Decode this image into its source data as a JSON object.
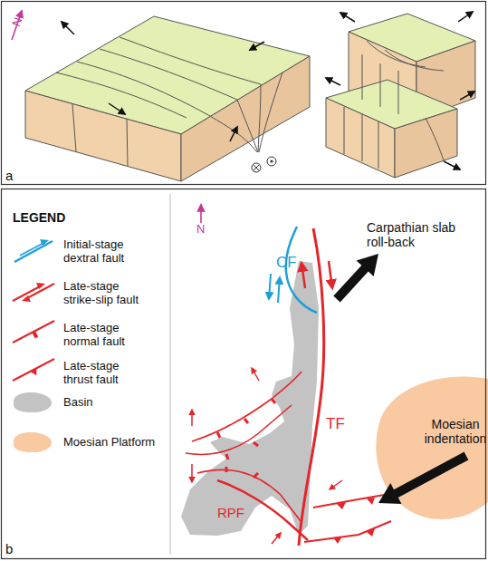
{
  "diagram": {
    "nodes": [
      {
        "text": [
          "Moesian indentation"
        ]
      }
    ],
    "labels": [
      "a",
      "N",
      "b",
      "LEGEND",
      "N",
      "Carpathian slab roll-back",
      "CF",
      "TF",
      "RPF"
    ],
    "legend": [
      {
        "text": "Initial-stage dextral fault"
      },
      {
        "text": "Late-stage strike-slip fault"
      },
      {
        "text": "Late-stage normal fault"
      },
      {
        "text": "Late-stage thrust fault"
      },
      {
        "text": "Basin",
        "color": "#c3c3c3"
      },
      {
        "text": "Moesian Platform",
        "color": "#f9c9a2"
      }
    ]
  }
}
